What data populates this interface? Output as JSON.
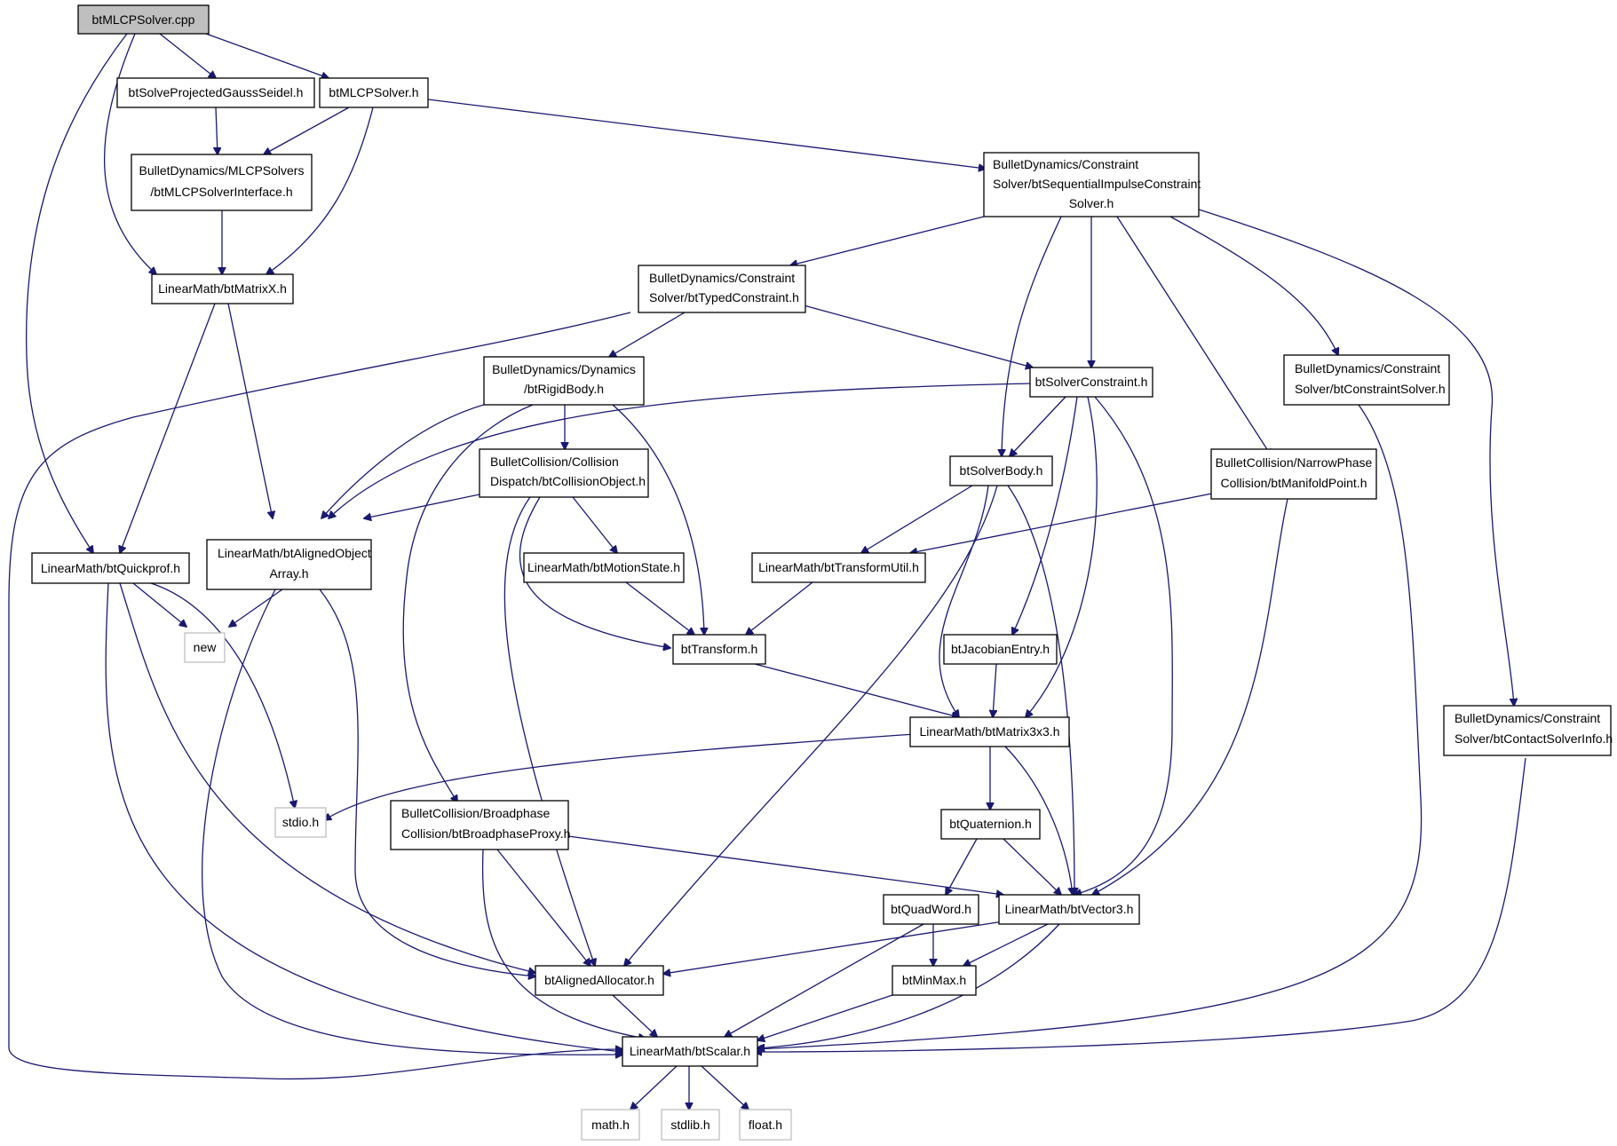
{
  "nodes": {
    "btMLCPSolver_cpp": "btMLCPSolver.cpp",
    "btSolveProjectedGaussSeidel_h": "btSolveProjectedGaussSeidel.h",
    "btMLCPSolver_h": "btMLCPSolver.h",
    "btMLCPSolverInterface_h": [
      "BulletDynamics/MLCPSolvers",
      "/btMLCPSolverInterface.h"
    ],
    "btSequentialImpulseConstraintSolver_h": [
      "BulletDynamics/Constraint",
      "Solver/btSequentialImpulseConstraint",
      "Solver.h"
    ],
    "btMatrixX_h": "LinearMath/btMatrixX.h",
    "btTypedConstraint_h": [
      "BulletDynamics/Constraint",
      "Solver/btTypedConstraint.h"
    ],
    "btRigidBody_h": [
      "BulletDynamics/Dynamics",
      "/btRigidBody.h"
    ],
    "btSolverConstraint_h": "btSolverConstraint.h",
    "btConstraintSolver_h": [
      "BulletDynamics/Constraint",
      "Solver/btConstraintSolver.h"
    ],
    "btCollisionObject_h": [
      "BulletCollision/Collision",
      "Dispatch/btCollisionObject.h"
    ],
    "btSolverBody_h": "btSolverBody.h",
    "btManifoldPoint_h": [
      "BulletCollision/NarrowPhase",
      "Collision/btManifoldPoint.h"
    ],
    "btQuickprof_h": "LinearMath/btQuickprof.h",
    "btAlignedObjectArray_h": [
      "LinearMath/btAlignedObject",
      "Array.h"
    ],
    "btMotionState_h": "LinearMath/btMotionState.h",
    "btTransformUtil_h": "LinearMath/btTransformUtil.h",
    "new": "new",
    "btTransform_h": "btTransform.h",
    "btJacobianEntry_h": "btJacobianEntry.h",
    "btContactSolverInfo_h": [
      "BulletDynamics/Constraint",
      "Solver/btContactSolverInfo.h"
    ],
    "btMatrix3x3_h": "LinearMath/btMatrix3x3.h",
    "stdio_h": "stdio.h",
    "btBroadphaseProxy_h": [
      "BulletCollision/Broadphase",
      "Collision/btBroadphaseProxy.h"
    ],
    "btQuaternion_h": "btQuaternion.h",
    "btQuadWord_h": "btQuadWord.h",
    "btVector3_h": "LinearMath/btVector3.h",
    "btAlignedAllocator_h": "btAlignedAllocator.h",
    "btMinMax_h": "btMinMax.h",
    "btScalar_h": "LinearMath/btScalar.h",
    "math_h": "math.h",
    "stdlib_h": "stdlib.h",
    "float_h": "float.h"
  },
  "colors": {
    "edge": "#191970",
    "root_fill": "#bfbfbf",
    "missing_border": "#bfbfbf"
  }
}
